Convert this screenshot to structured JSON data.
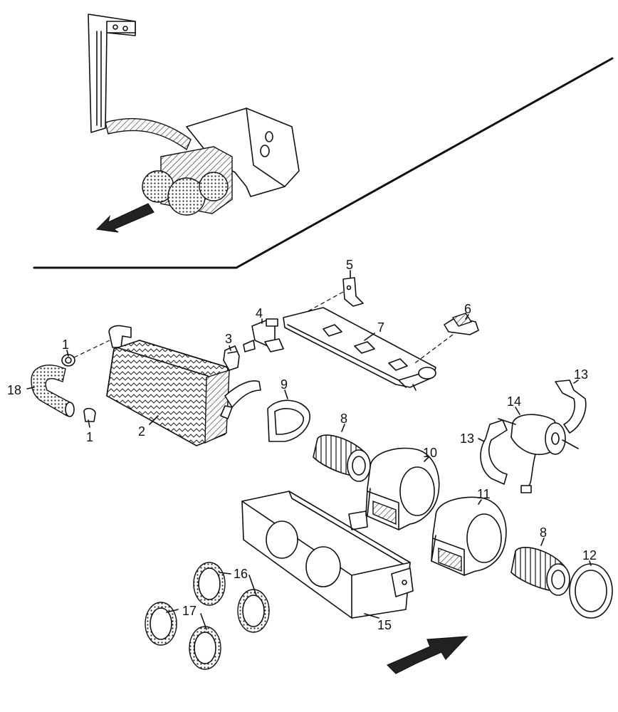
{
  "diagram": {
    "callouts": [
      {
        "id": "c1a",
        "text": "1"
      },
      {
        "id": "c1b",
        "text": "1"
      },
      {
        "id": "c2",
        "text": "2"
      },
      {
        "id": "c3",
        "text": "3"
      },
      {
        "id": "c4",
        "text": "4"
      },
      {
        "id": "c5",
        "text": "5"
      },
      {
        "id": "c6",
        "text": "6"
      },
      {
        "id": "c7",
        "text": "7"
      },
      {
        "id": "c8a",
        "text": "8"
      },
      {
        "id": "c8b",
        "text": "8"
      },
      {
        "id": "c9",
        "text": "9"
      },
      {
        "id": "c10",
        "text": "10"
      },
      {
        "id": "c11",
        "text": "11"
      },
      {
        "id": "c12",
        "text": "12"
      },
      {
        "id": "c13a",
        "text": "13"
      },
      {
        "id": "c13b",
        "text": "13"
      },
      {
        "id": "c14",
        "text": "14"
      },
      {
        "id": "c15",
        "text": "15"
      },
      {
        "id": "c16",
        "text": "16"
      },
      {
        "id": "c17",
        "text": "17"
      },
      {
        "id": "c18",
        "text": "18"
      }
    ]
  }
}
